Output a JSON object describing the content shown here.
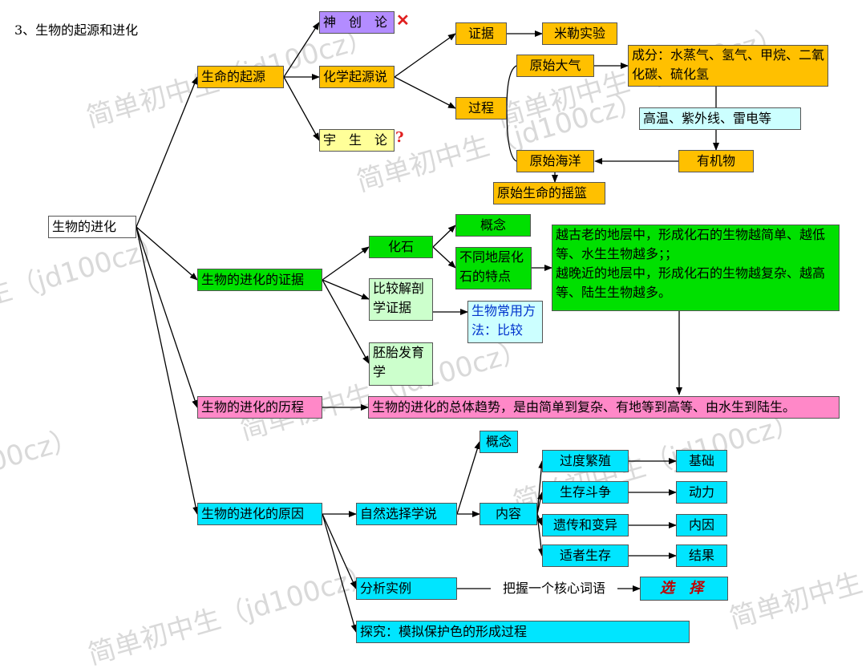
{
  "title": "3、生物的起源和进化",
  "watermarks": [
    "简单初中生（jd100cz）",
    "简单初中生（jd100cz）",
    "简单初中生（jd100cz）",
    "简单初中生（jd100cz）",
    "简单初中生（jd100cz）",
    "简单初中生（jd100cz）",
    "简单初中生（jd100cz）",
    "简单初中生（jd100cz）",
    "简单初中生（jd100cz）"
  ],
  "colors": {
    "orange": "#ffc000",
    "purple": "#b38cff",
    "light_yellow": "#ffff99",
    "green": "#00e000",
    "light_green": "#ccffcc",
    "light_cyan": "#ccffff",
    "cyan": "#00e5ff",
    "pink": "#ff88c8"
  },
  "nodes": {
    "root": "生物的进化",
    "origin": "生命的起源",
    "creation": "神　创　论",
    "chemical": "化学起源说",
    "cosmic": "宇　生　论",
    "evidence": "证据",
    "miller": "米勒实验",
    "process": "过程",
    "primitive_atmosphere": "原始大气",
    "composition": "成分：水蒸气、氢气、甲烷、二氧化碳、硫化氢",
    "conditions": "高温、紫外线、雷电等",
    "organic": "有机物",
    "primitive_ocean": "原始海洋",
    "cradle": "原始生命的摇篮",
    "evolution_evidence": "生物的进化的证据",
    "fossil": "化石",
    "concept1": "概念",
    "strata_features": "不同地层化石的特点",
    "strata_detail_1": "越古老的地层中，形成化石的生物越简单、越低等、水生生物越多；；",
    "strata_detail_2": "越晚近的地层中，形成化石的生物越复杂、越高等、陆生生物越多。",
    "comparative_anatomy": "比较解剖学证据",
    "common_method": "生物常用方法：比较",
    "embryology": "胚胎发育学",
    "evolution_course": "生物的进化的历程",
    "trend": "生物的进化的总体趋势，是由简单到复杂、有地等到高等、由水生到陆生。",
    "evolution_cause": "生物的进化的原因",
    "natural_selection": "自然选择学说",
    "concept2": "概念",
    "content": "内容",
    "over_reproduction": "过度繁殖",
    "basis": "基础",
    "struggle": "生存斗争",
    "driving_force": "动力",
    "heredity_variation": "遗传和变异",
    "internal_cause": "内因",
    "survival_fittest": "适者生存",
    "result": "结果",
    "analyze_examples": "分析实例",
    "core_word": "把握一个核心词语",
    "selection": "选 择",
    "inquiry": "探究：模拟保护色的形成过程"
  },
  "marks": {
    "creation": "✕",
    "cosmic": "?"
  }
}
